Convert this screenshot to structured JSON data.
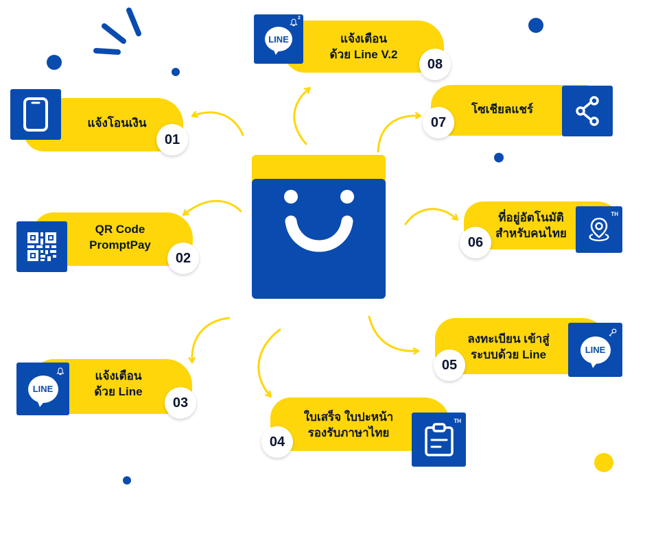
{
  "colors": {
    "brand_blue": "#0A4BAF",
    "accent_yellow": "#FFD60A",
    "text_dark": "#0a1530"
  },
  "features": [
    {
      "id": "01",
      "lines": [
        "แจ้งโอนเงิน"
      ],
      "icon": "phone-icon"
    },
    {
      "id": "02",
      "lines": [
        "QR Code",
        "PromptPay"
      ],
      "icon": "qr-code-icon"
    },
    {
      "id": "03",
      "lines": [
        "แจ้งเตือน",
        "ด้วย Line"
      ],
      "icon": "line-bell-icon",
      "icon_text": "LINE"
    },
    {
      "id": "04",
      "lines": [
        "ใบเสร็จ ใบปะหน้า",
        "รองรับภาษาไทย"
      ],
      "icon": "clipboard-icon",
      "badge": "TH"
    },
    {
      "id": "05",
      "lines": [
        "ลงทะเบียน เข้าสู่",
        "ระบบด้วย Line"
      ],
      "icon": "line-key-icon",
      "icon_text": "LINE"
    },
    {
      "id": "06",
      "lines": [
        "ที่อยู่อัตโนมัติ",
        "สำหรับคนไทย"
      ],
      "icon": "location-pin-icon",
      "badge": "TH"
    },
    {
      "id": "07",
      "lines": [
        "โซเชียลแชร์"
      ],
      "icon": "share-icon"
    },
    {
      "id": "08",
      "lines": [
        "แจ้งเตือน",
        "ด้วย  Line V.2"
      ],
      "icon": "line-bell-v2-icon",
      "icon_text": "LINE",
      "badge": "2"
    }
  ]
}
